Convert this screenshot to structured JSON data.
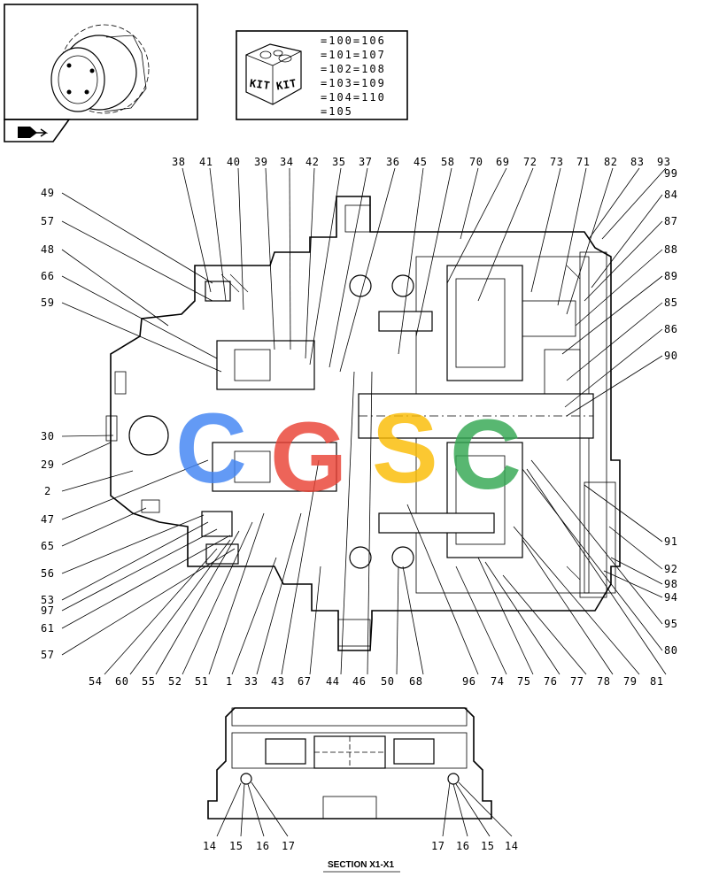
{
  "kit_box": {
    "icon_text": [
      "KIT",
      "KIT"
    ],
    "lines": [
      "=100=106",
      "=101=107",
      "=102=108",
      "=103=109",
      "=104=110",
      "=105"
    ]
  },
  "nav_icon": "back-arrow-icon",
  "callouts": {
    "top": [
      "38",
      "41",
      "40",
      "39",
      "34",
      "42",
      "35",
      "37",
      "36",
      "45",
      "58",
      "70",
      "69",
      "72",
      "73",
      "71",
      "82",
      "83",
      "93"
    ],
    "right": [
      "99",
      "84",
      "87",
      "88",
      "89",
      "85",
      "86",
      "90",
      "91",
      "92",
      "98",
      "94",
      "95",
      "80"
    ],
    "left": [
      "49",
      "57",
      "48",
      "66",
      "59",
      "30",
      "29",
      "2",
      "47",
      "65",
      "56",
      "53",
      "97",
      "61",
      "57"
    ],
    "bottom": [
      "54",
      "60",
      "55",
      "52",
      "51",
      "1",
      "33",
      "43",
      "67",
      "44",
      "46",
      "50",
      "68",
      "96",
      "74",
      "75",
      "76",
      "77",
      "78",
      "79",
      "81"
    ],
    "section_left": [
      "14",
      "15",
      "16",
      "17"
    ],
    "section_right": [
      "17",
      "16",
      "15",
      "14"
    ]
  },
  "section_title": "SECTION  X1-X1",
  "watermark": {
    "letters": [
      "C",
      "G",
      "S",
      "C"
    ],
    "colors": [
      "#4285F4",
      "#EA4335",
      "#FBBC05",
      "#34A853"
    ]
  }
}
